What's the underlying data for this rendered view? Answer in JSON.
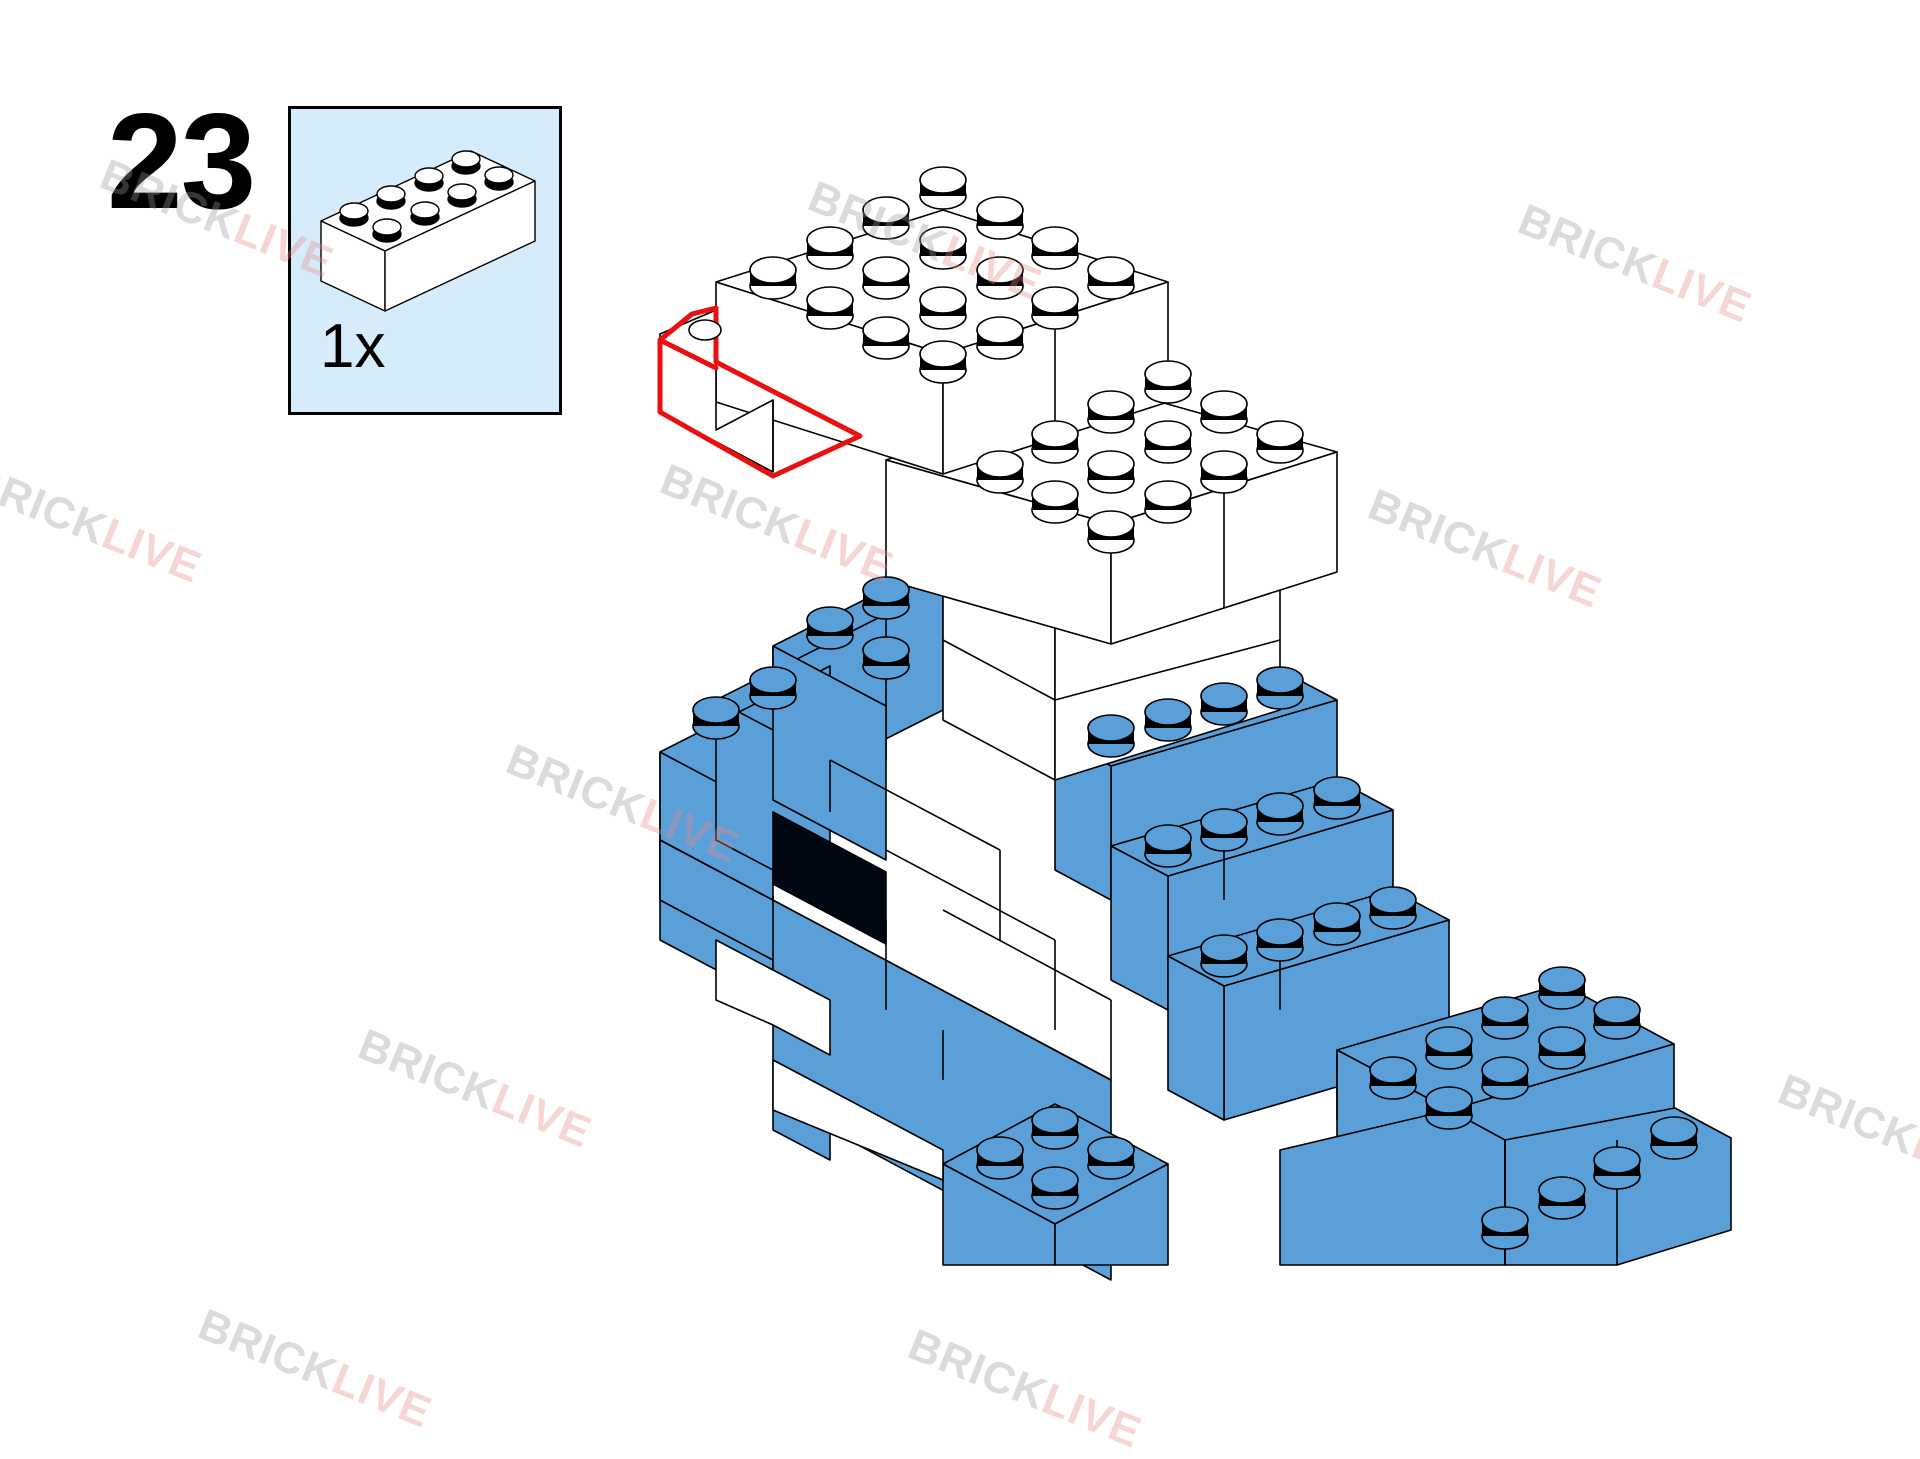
{
  "step": {
    "number": "23"
  },
  "parts_list": {
    "items": [
      {
        "part": "brick-2x4",
        "color": "#ffffff",
        "quantity": "1x"
      }
    ]
  },
  "watermark": {
    "part_a": "BRICK",
    "part_b": "LIVE"
  },
  "colors": {
    "panel_bg": "#d6ecfa",
    "brick_white": "#ffffff",
    "brick_blue": "#5a9fd8",
    "eye_black": "#020813",
    "highlight_red": "#e81010",
    "outline": "#000000"
  }
}
